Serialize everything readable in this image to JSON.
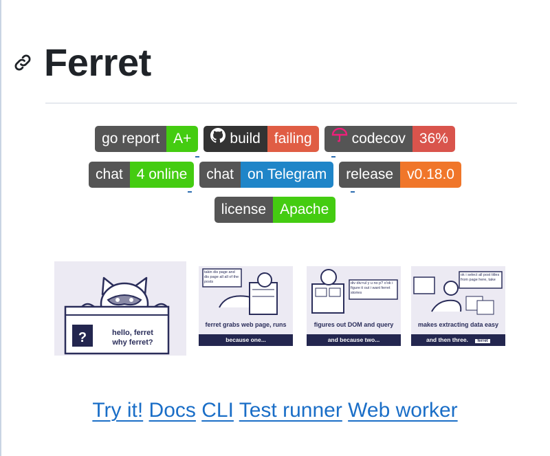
{
  "title": "Ferret",
  "badges": [
    [
      {
        "label": "go report",
        "value": "A+",
        "color": "#44cc11",
        "icon": ""
      },
      {
        "label": "build",
        "value": "failing",
        "color": "#e05d44",
        "icon": "github-icon"
      },
      {
        "label": "codecov",
        "value": "36%",
        "color": "#d9544c",
        "icon": "codecov-umbrella-icon"
      }
    ],
    [
      {
        "label": "chat",
        "value": "4 online",
        "color": "#44cc11"
      },
      {
        "label": "chat",
        "value": "on Telegram",
        "color": "#1f85c8"
      },
      {
        "label": "release",
        "value": "v0.18.0",
        "color": "#f0762a"
      }
    ],
    [
      {
        "label": "license",
        "value": "Apache",
        "color": "#44cc11"
      }
    ]
  ],
  "comics": {
    "hero": {
      "bubble_line1": "hello, ferret",
      "bubble_line2": "why ferret?",
      "sign": "?"
    },
    "panel1": {
      "note": "takin dis page and dis page all all of the posts",
      "caption": "ferret grabs web page, runs",
      "bar": "because one..."
    },
    "panel2": {
      "note": "div div>ul y u no p? o'ok i figure it out i want ferret stories",
      "caption": "figures out DOM and query",
      "bar": "and because two..."
    },
    "panel3": {
      "note": "ok i select all post titles from page here, take",
      "caption": "makes extracting data easy",
      "bar": "and then three.",
      "tag": "ferret"
    }
  },
  "links": [
    "Try it!",
    "Docs",
    "CLI",
    "Test runner",
    "Web worker"
  ],
  "colors": {
    "link": "#1a6ec7",
    "badge_label_bg": "#555555",
    "comic_bg": "#eceaf3"
  }
}
